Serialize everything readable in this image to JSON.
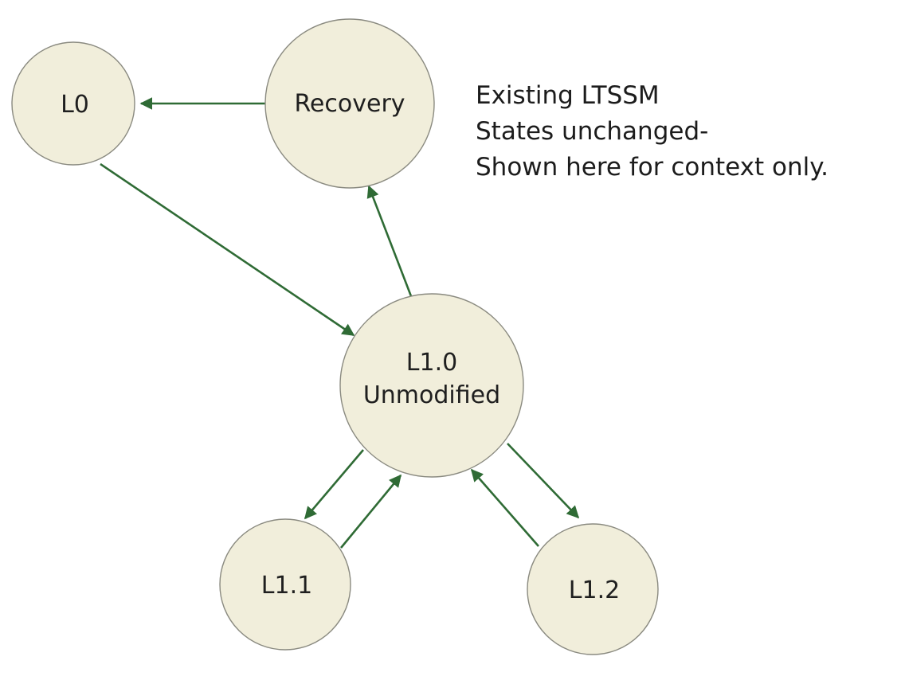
{
  "states": {
    "l0": {
      "label": "L0"
    },
    "recovery": {
      "label": "Recovery"
    },
    "l1_0": {
      "label_line1": "L1.0",
      "label_line2": "Unmodified"
    },
    "l1_1": {
      "label": "L1.1"
    },
    "l1_2": {
      "label": "L1.2"
    }
  },
  "note": {
    "line1": "Existing LTSSM",
    "line2": "States unchanged-",
    "line3": "Shown here for context only."
  },
  "transitions": [
    {
      "from": "Recovery",
      "to": "L0"
    },
    {
      "from": "L0",
      "to": "L1.0 Unmodified"
    },
    {
      "from": "L1.0 Unmodified",
      "to": "Recovery"
    },
    {
      "from": "L1.0 Unmodified",
      "to": "L1.1"
    },
    {
      "from": "L1.1",
      "to": "L1.0 Unmodified"
    },
    {
      "from": "L1.0 Unmodified",
      "to": "L1.2"
    },
    {
      "from": "L1.2",
      "to": "L1.0 Unmodified"
    }
  ],
  "colors": {
    "state_fill": "#f1eedb",
    "state_border": "#8a8a80",
    "arrow": "#2f6b35",
    "text": "#1c1c1c"
  }
}
